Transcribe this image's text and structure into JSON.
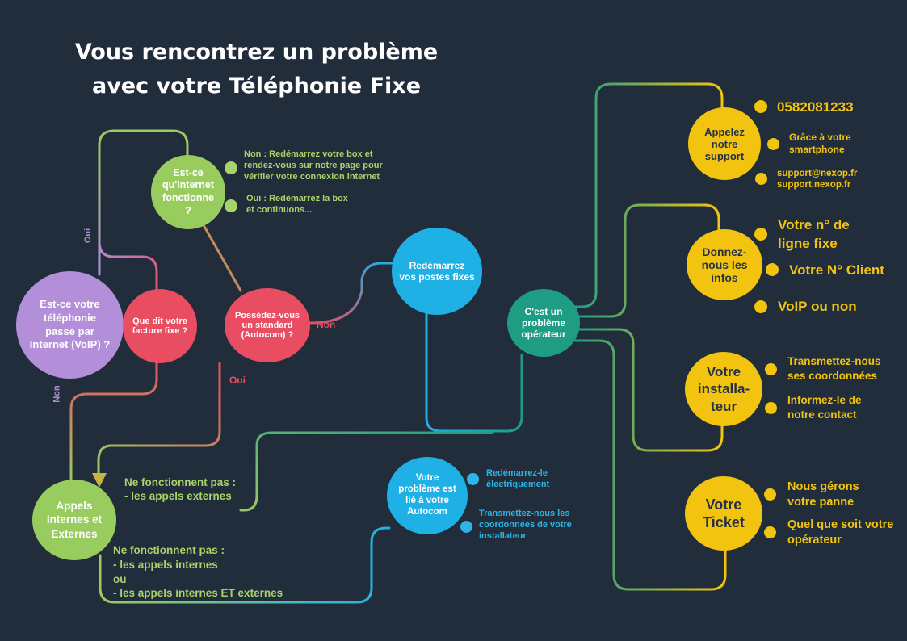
{
  "title": {
    "line1": "Vous rencontrez un problème",
    "line2": "avec votre Téléphonie Fixe"
  },
  "nodes": {
    "voip": "Est-ce votre\ntéléphonie\npasse par\nInternet (VoIP) ?",
    "facture": "Que dit votre\nfacture fixe ?",
    "internet": "Est-ce\nqu'internet\nfonctionne\n?",
    "standard": "Possédez-vous\nun standard\n(Autocom) ?",
    "redemarrez_postes": "Redémarrez\nvos postes fixes",
    "operateur": "C'est un\nproblème\nopérateur",
    "appels": "Appels\nInternes et\nExternes",
    "autocom": "Votre\nproblème est\nlié à votre\nAutocom",
    "support": "Appelez\nnotre\nsupport",
    "infos": "Donnez-\nnous les\ninfos",
    "installateur": "Votre\ninstalla-\nteur",
    "ticket": "Votre\nTicket"
  },
  "edge_labels": {
    "oui_left": "Oui",
    "non_left": "Non",
    "non_standard": "Non",
    "oui_standard": "Oui"
  },
  "internet_answers": {
    "non": "Non : Redémarrez votre box et\nrendez-vous sur notre page pour\nvérifier votre connexion internet",
    "oui": "Oui : Redémarrez la box\net continuons..."
  },
  "appels_text": {
    "externes": "Ne fonctionnent pas :\n- les appels externes",
    "internes": "Ne fonctionnent pas :\n- les appels internes\n ou\n- les appels internes ET externes"
  },
  "autocom_answers": {
    "a1": "Redémarrez-le\nélectriquement",
    "a2": "Transmettez-nous les\ncoordonnées de votre\ninstallateur"
  },
  "support_items": {
    "phone": "0582081233",
    "smartphone": "Grâce à votre\nsmartphone",
    "email": "support@nexop.fr\nsupport.nexop.fr"
  },
  "infos_items": {
    "ligne": "Votre n° de\nligne fixe",
    "client": "Votre N° Client",
    "voip": "VoIP ou non"
  },
  "installateur_items": {
    "a": "Transmettez-nous\nses coordonnées",
    "b": "Informez-le de\nnotre contact"
  },
  "ticket_items": {
    "a": "Nous gérons\nvotre panne",
    "b": "Quel que soit votre\nopérateur"
  },
  "colors": {
    "background": "#212d3b",
    "purple": "#b38fd9",
    "red": "#e94d62",
    "green": "#99cc5f",
    "blue": "#1fb1e6",
    "teal": "#1e9d84",
    "yellow": "#f2c40f",
    "answer_green": "#a8d36a",
    "answer_blue": "#2eb4e8"
  }
}
